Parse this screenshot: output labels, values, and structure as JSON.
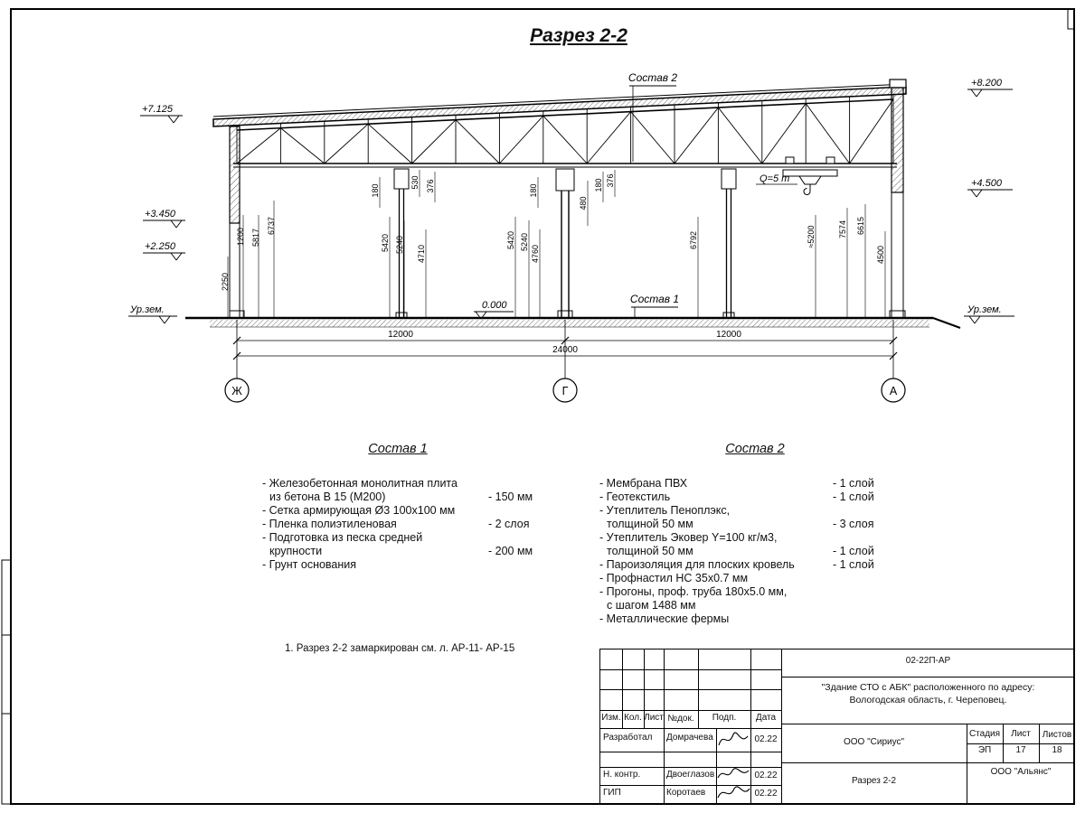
{
  "sheet": {
    "title": "Разрез 2-2"
  },
  "drawing": {
    "labels": {
      "sostav1": "Состав 1",
      "sostav2": "Состав 2",
      "crane": "Q=5 т",
      "zero": "0.000"
    },
    "elevations_left": [
      "+7.125",
      "+3.450",
      "+2.250",
      "Ур.зем."
    ],
    "elevations_right": [
      "+8.200",
      "+4.500",
      "Ур.зем."
    ],
    "axes": [
      "Ж",
      "Г",
      "А"
    ],
    "dims_vertical": [
      "2250",
      "1200",
      "5817",
      "6737",
      "180",
      "530",
      "376",
      "5420",
      "5240",
      "4710",
      "180",
      "5420",
      "5240",
      "4760",
      "480",
      "180",
      "376",
      "6792",
      "≈5200",
      "7574",
      "6615",
      "4500"
    ],
    "dims_horizontal": [
      "12000",
      "12000",
      "24000"
    ]
  },
  "composition1": {
    "heading": "Состав 1",
    "items": [
      {
        "line1": "- Железобетонная  монолитная плита",
        "line2": "из бетона В 15 (М200)",
        "value": "- 150 мм"
      },
      {
        "line1": "- Сетка армирующая Ø3 100х100 мм",
        "value": ""
      },
      {
        "line1": "- Пленка полиэтиленовая",
        "value": "- 2 слоя"
      },
      {
        "line1": "- Подготовка из песка средней",
        "line2": "крупности",
        "value": "- 200 мм"
      },
      {
        "line1": "- Грунт основания",
        "value": ""
      }
    ]
  },
  "composition2": {
    "heading": "Состав 2",
    "items": [
      {
        "line1": "- Мембрана ПВХ",
        "value": "- 1 слой"
      },
      {
        "line1": "- Геотекстиль",
        "value": "- 1 слой"
      },
      {
        "line1": "- Утеплитель Пеноплэкс,",
        "line2": "толщиной 50 мм",
        "value": "- 3 слоя"
      },
      {
        "line1": "- Утеплитель Эковер Y=100 кг/м3,",
        "line2": "толщиной 50 мм",
        "value": "- 1 слой"
      },
      {
        "line1": "- Пароизоляция для плоских кровель",
        "value": "- 1 слой"
      },
      {
        "line1": "- Профнастил НС 35х0.7 мм",
        "value": ""
      },
      {
        "line1": "- Прогоны, проф. труба 180х5.0 мм,",
        "line2": "с шагом 1488 мм",
        "value": ""
      },
      {
        "line1": "- Металлические фермы",
        "value": ""
      }
    ]
  },
  "note": "1. Разрез 2-2 замаркирован см. л. АР-11- АР-15",
  "titleblock": {
    "doc_code": "02-22П-АР",
    "project_line1": "\"Здание СТО с АБК\" расположенного по адресу:",
    "project_line2": "Вологодская область, г. Череповец.",
    "headers": {
      "izm": "Изм.",
      "kol": "Кол.",
      "list": "Лист",
      "doc": "№док.",
      "podp": "Подп.",
      "data": "Дата"
    },
    "rows": [
      {
        "role": "Разработал",
        "name": "Домрачева",
        "date": "02.22"
      },
      {
        "role": "Н. контр.",
        "name": "Двоеглазов",
        "date": "02.22"
      },
      {
        "role": "ГИП",
        "name": "Коротаев",
        "date": "02.22"
      }
    ],
    "org_designer": "ООО \"Сириус\"",
    "org_client": "ООО \"Альянс\"",
    "stage_header": "Стадия",
    "sheet_header": "Лист",
    "sheets_header": "Листов",
    "stage": "ЭП",
    "sheet_no": "17",
    "sheets_total": "18",
    "drawing_name": "Разрез 2-2"
  }
}
